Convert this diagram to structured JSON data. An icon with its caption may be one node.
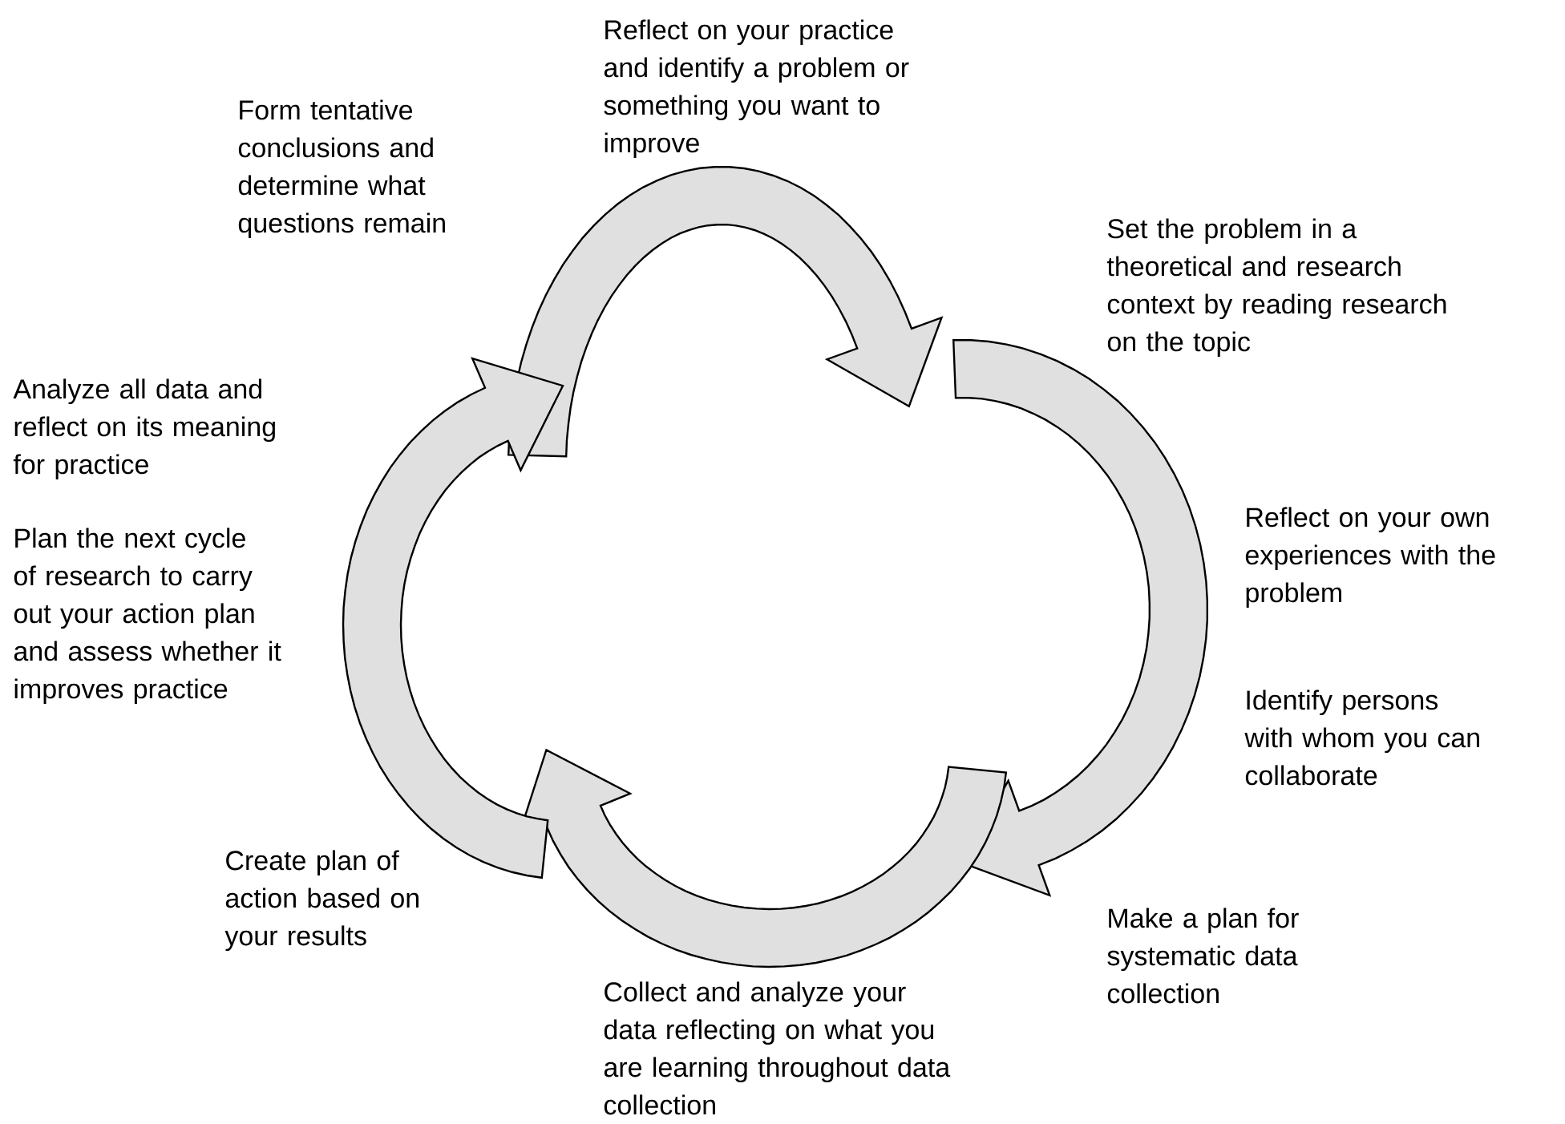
{
  "diagram": {
    "labels": [
      "Reflect on your practice and identify a problem or something you want to improve",
      "Form tentative conclusions and determine what questions remain",
      "Set the problem in a theoretical and research context by reading research on the topic",
      "Analyze all data and reflect on its meaning for practice",
      "Reflect on your own experiences with the problem",
      "Plan the next cycle of research to carry out your action plan and assess whether it improves practice",
      "Identify persons with whom you can collaborate",
      "Create plan of action based on your results",
      "Make a plan for systematic data collection",
      "Collect and analyze your data reflecting on what you are learning throughout data collection"
    ]
  }
}
